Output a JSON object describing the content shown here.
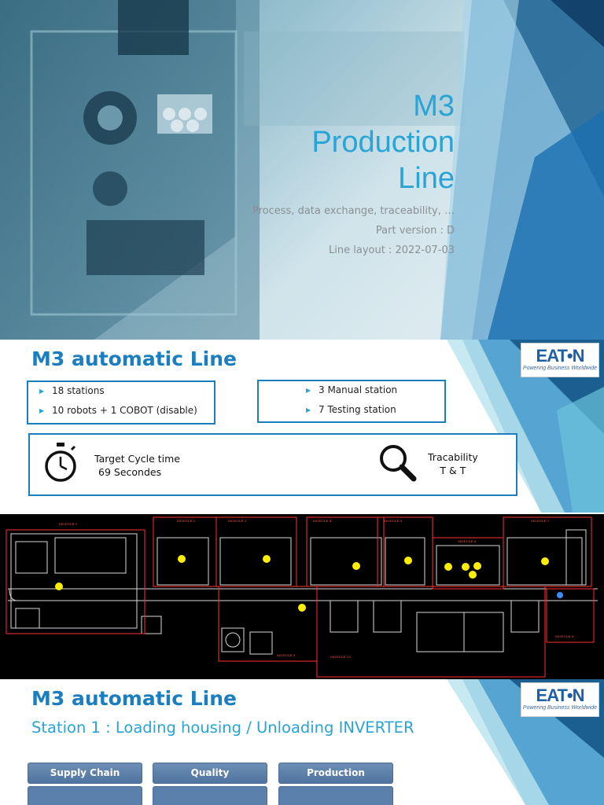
{
  "slide1": {
    "title_lines": [
      "M3",
      "Production",
      "Line"
    ],
    "subtitle_lines": [
      "Process, data exchange, traceability, …",
      "Part version : D",
      "Line layout : 2022-07-03"
    ]
  },
  "slide2": {
    "title": "M3 automatic Line",
    "logo": {
      "word": "EAT•N",
      "tagline": "Powering Business Worldwide"
    },
    "box_left": [
      "18 stations",
      "10 robots + 1 COBOT (disable)"
    ],
    "box_right": [
      "3 Manual station",
      "7 Testing station"
    ],
    "kpi": {
      "cycle_line1": "Target Cycle time",
      "cycle_line2": "69 Secondes",
      "trace_line1": "Tracability",
      "trace_line2": "T & T",
      "icons": [
        "stopwatch-icon",
        "magnifier-icon"
      ]
    },
    "layout_labels": [
      "MODULE 1",
      "MODULE 2",
      "MODULE 3",
      "MODULE 4",
      "MODULE 5",
      "MODULE 6",
      "MODULE 7",
      "MODULE 8",
      "MODULE 9",
      "MODULE 10"
    ]
  },
  "slide3": {
    "title": "M3 automatic Line",
    "subtitle": "Station 1 : Loading housing / Unloading INVERTER",
    "tabs": [
      "Supply Chain",
      "Quality",
      "Production"
    ]
  },
  "colors": {
    "accent_blue": "#1b7ec0",
    "light_blue": "#2aa3d6",
    "tab_blue": "#5a80ab",
    "marker_yellow": "#ffee00"
  }
}
